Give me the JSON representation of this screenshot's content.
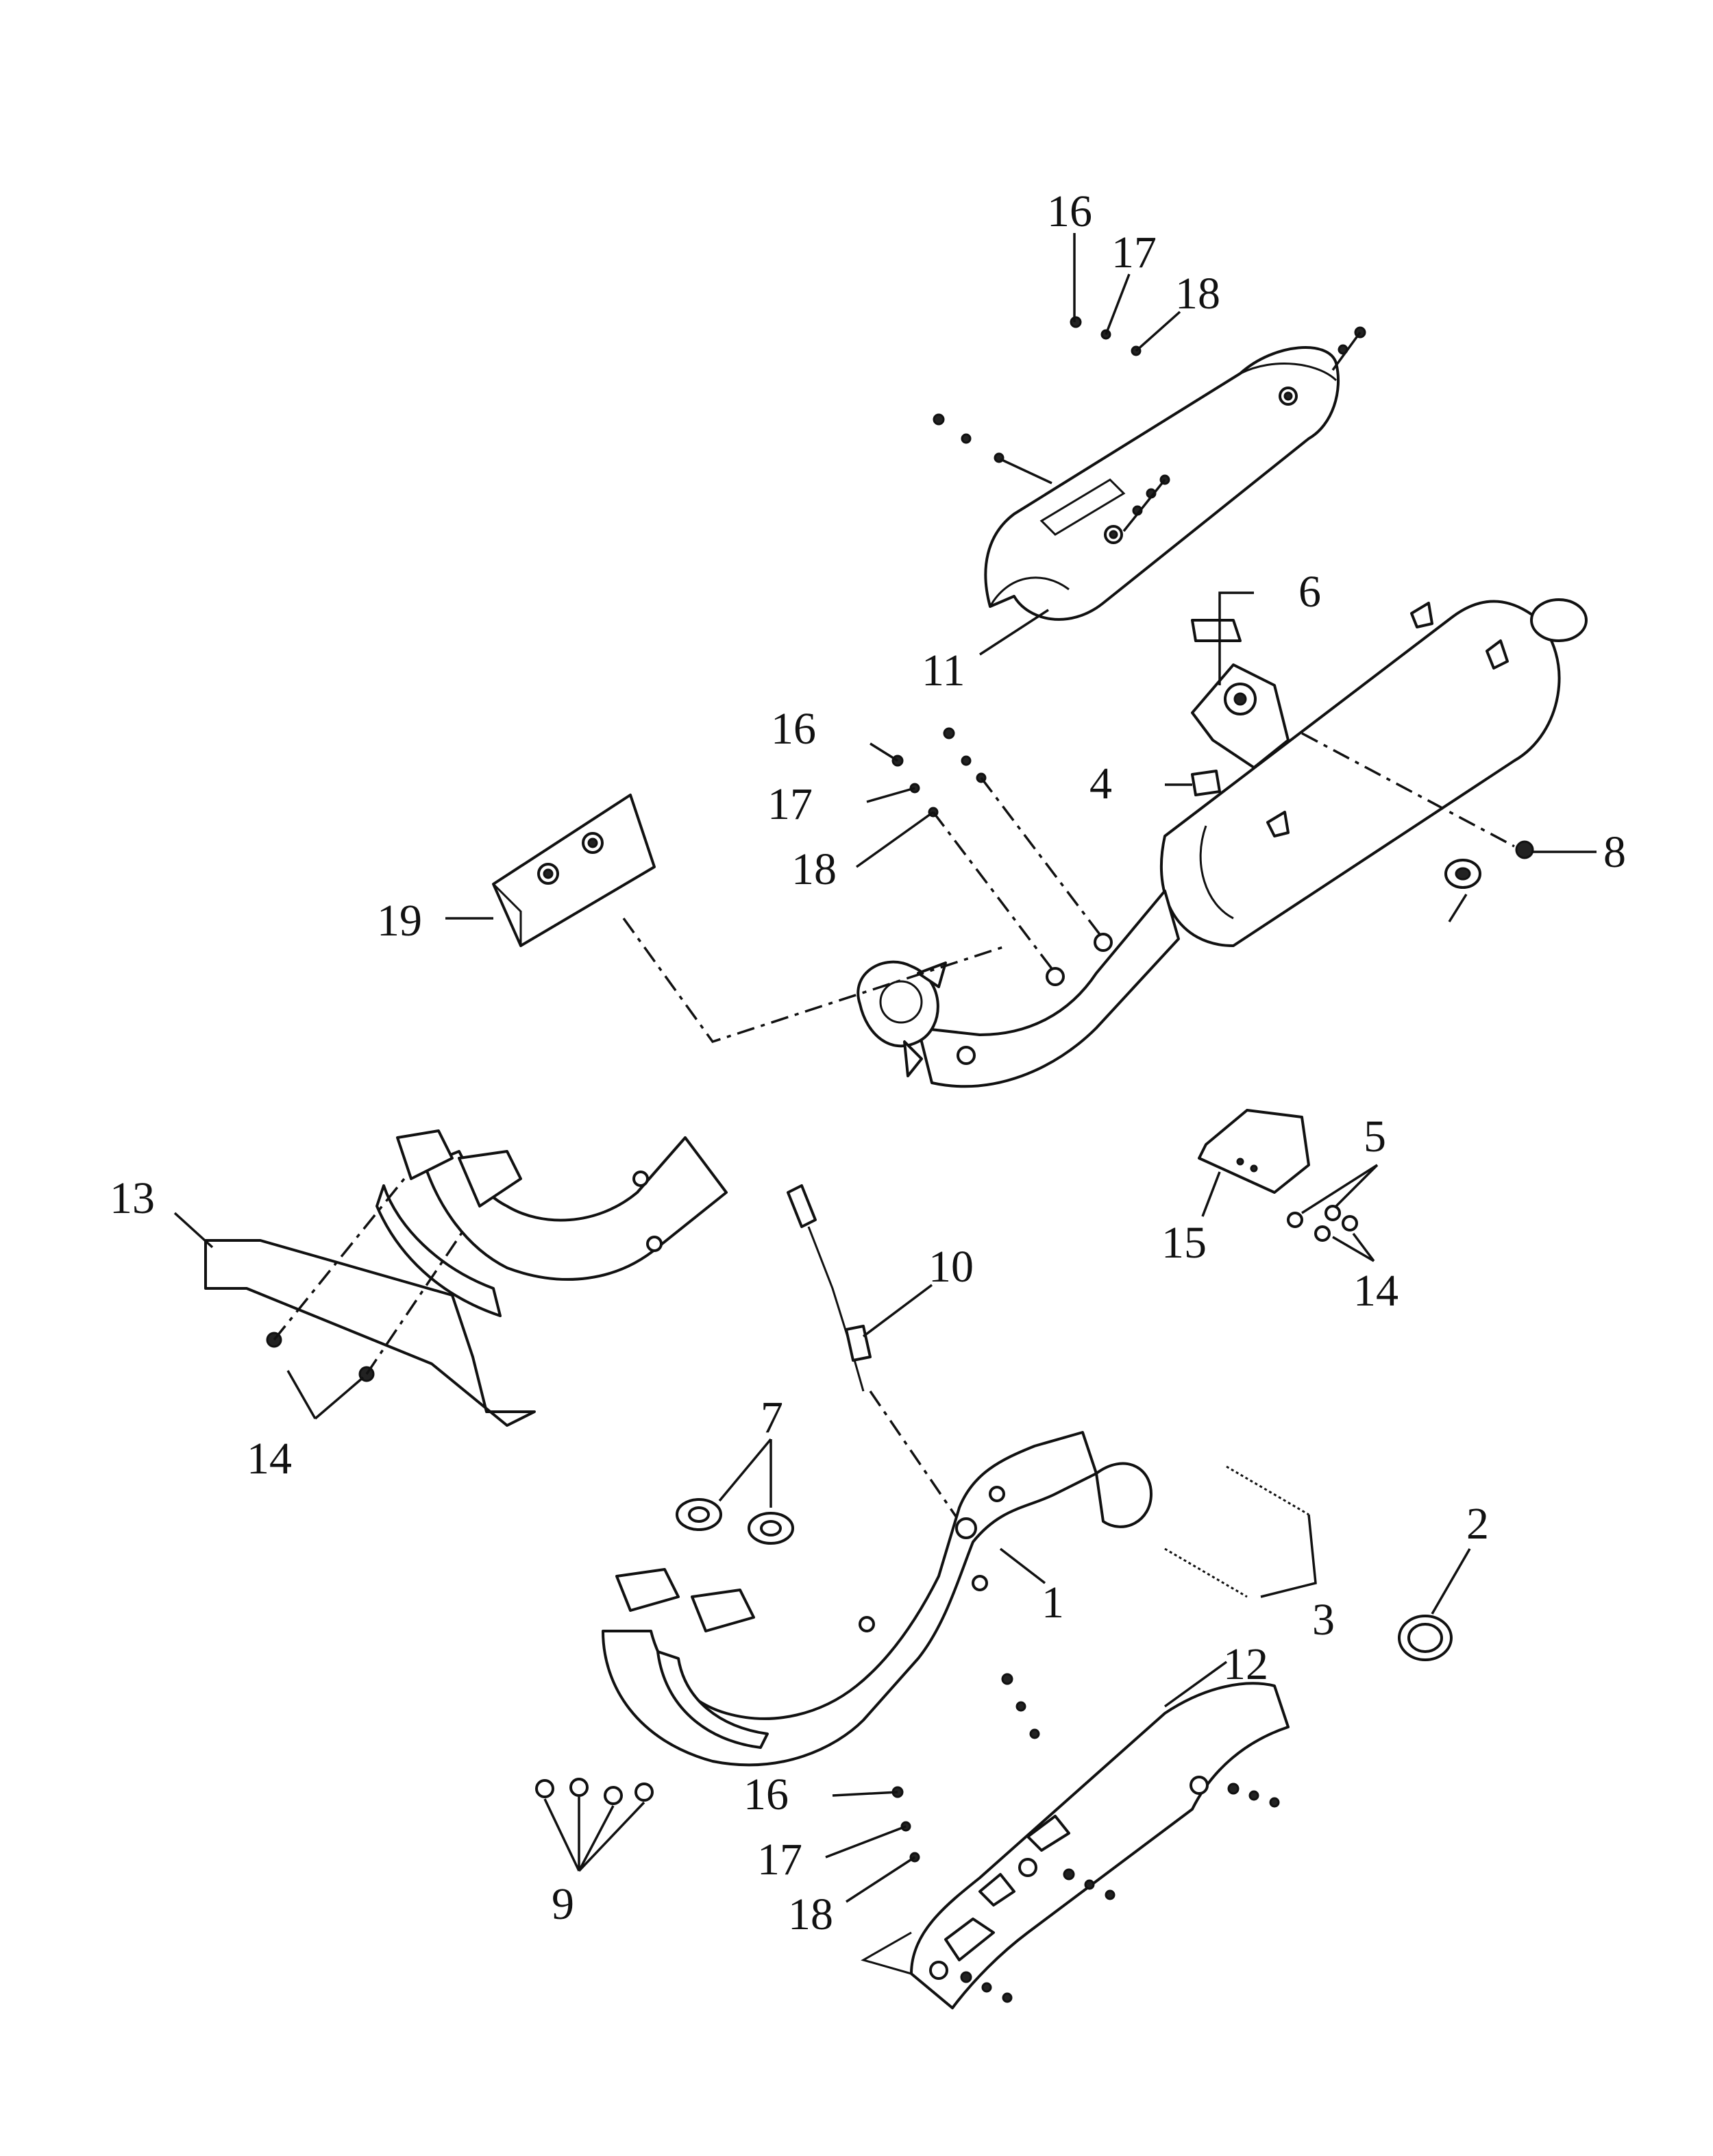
{
  "callouts": {
    "c1": "1",
    "c2": "2",
    "c3": "3",
    "c4": "4",
    "c5": "5",
    "c6": "6",
    "c7": "7",
    "c8": "8",
    "c9": "9",
    "c10": "10",
    "c11": "11",
    "c12": "12",
    "c13": "13",
    "c14a": "14",
    "c14b": "14",
    "c15": "15",
    "c16a": "16",
    "c16b": "16",
    "c16c": "16",
    "c17a": "17",
    "c17b": "17",
    "c17c": "17",
    "c18a": "18",
    "c18b": "18",
    "c18c": "18",
    "c19": "19"
  }
}
